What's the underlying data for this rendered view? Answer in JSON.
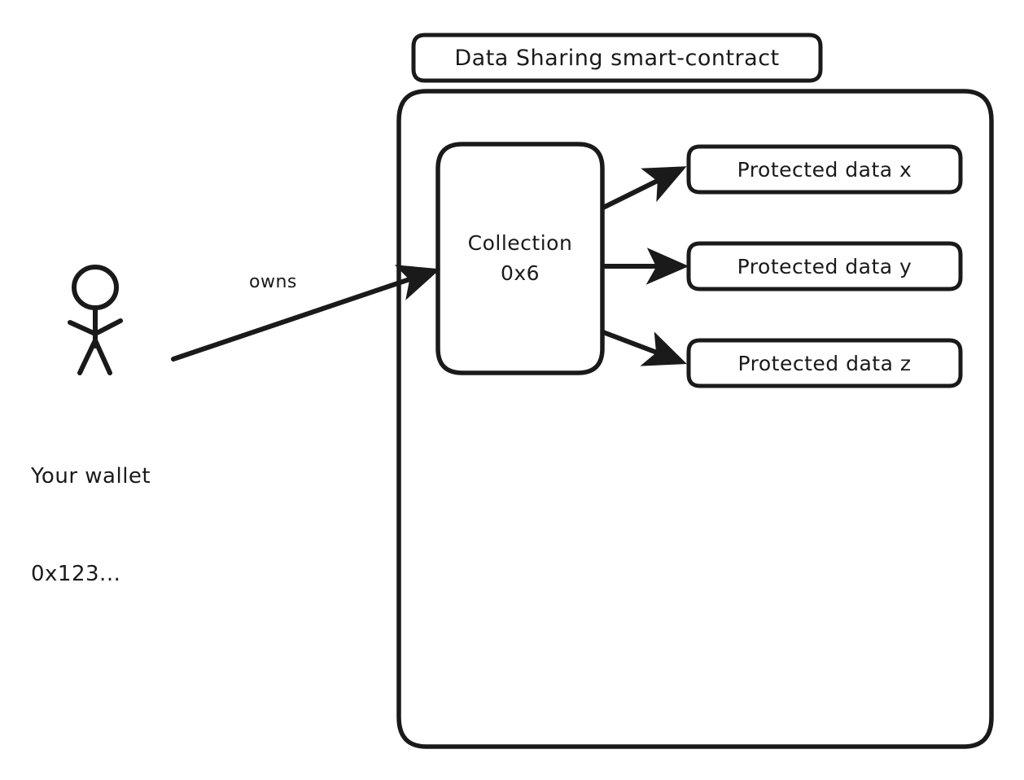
{
  "diagram": {
    "title": "Data Sharing smart-contract",
    "background_color": "#ffffff",
    "stroke_color": "#1a1a1a",
    "contract_container": {
      "name": "data-sharing-contract-container"
    },
    "collection": {
      "line1": "Collection",
      "line2": "0x6"
    },
    "protected_data": [
      {
        "label": "Protected data x"
      },
      {
        "label": "Protected data y"
      },
      {
        "label": "Protected data z"
      }
    ],
    "actor": {
      "icon": "stick-figure-person-icon",
      "label_line1": "Your wallet",
      "label_line2": "0x123..."
    },
    "edges": [
      {
        "label": "owns",
        "from": "wallet",
        "to": "collection"
      },
      {
        "label": "",
        "from": "collection",
        "to": "protected-data-x"
      },
      {
        "label": "",
        "from": "collection",
        "to": "protected-data-y"
      },
      {
        "label": "",
        "from": "collection",
        "to": "protected-data-z"
      }
    ]
  }
}
